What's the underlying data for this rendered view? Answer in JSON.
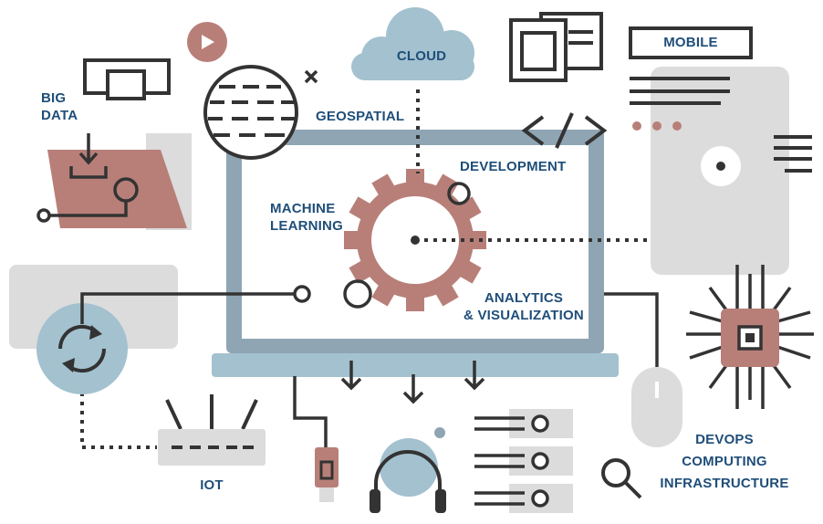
{
  "labels": {
    "cloud": "CLOUD",
    "mobile": "MOBILE",
    "big_data": [
      "BIG",
      "DATA"
    ],
    "geospatial": "GEOSPATIAL",
    "development": "DEVELOPMENT",
    "machine_learning": [
      "MACHINE",
      "LEARNING"
    ],
    "analytics": [
      "ANALYTICS",
      "& VISUALIZATION"
    ],
    "iot": "IOT",
    "devops": [
      "DEVOPS",
      "COMPUTING",
      "INFRASTRUCTURE"
    ]
  },
  "colors": {
    "text": "#1f4e79",
    "accent_rose": "#b87f79",
    "steel_blue": "#8fa5b4",
    "light_blue": "#a3c1cf",
    "light_gray": "#dcdcdc",
    "dark": "#333333"
  },
  "icons": [
    "play-icon",
    "cloud-icon",
    "windows-stack-icon",
    "code-brackets-icon",
    "mobile-device-icon",
    "folder-icon",
    "magnifier-icon",
    "gear-icon",
    "sync-icon",
    "router-icon",
    "usb-plug-icon",
    "headphones-icon",
    "server-rack-icon",
    "mouse-icon",
    "cpu-chip-icon",
    "globe-icon"
  ]
}
